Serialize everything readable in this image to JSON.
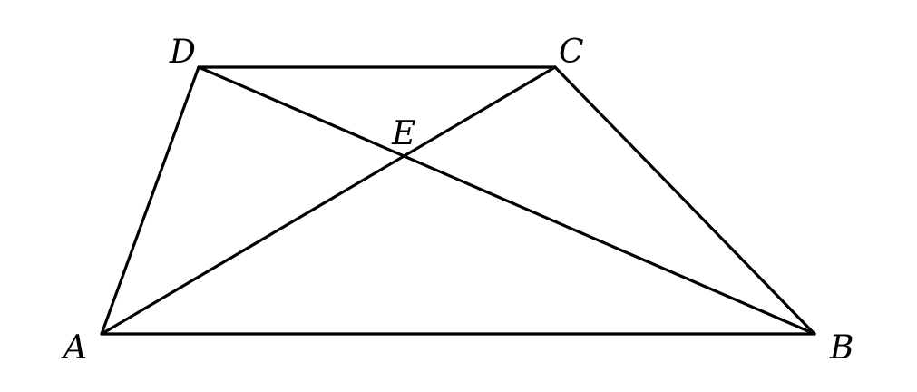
{
  "diagram": {
    "type": "geometry-figure",
    "shape": "trapezoid",
    "stroke_color": "#000000",
    "background_color": "#ffffff",
    "labels": {
      "A": "A",
      "B": "B",
      "C": "C",
      "D": "D",
      "E": "E"
    },
    "edges": [
      [
        "A",
        "B"
      ],
      [
        "B",
        "C"
      ],
      [
        "C",
        "D"
      ],
      [
        "D",
        "A"
      ],
      [
        "A",
        "C"
      ],
      [
        "B",
        "D"
      ]
    ],
    "intersection": {
      "point": "E",
      "of": [
        [
          "A",
          "C"
        ],
        [
          "B",
          "D"
        ]
      ]
    }
  }
}
